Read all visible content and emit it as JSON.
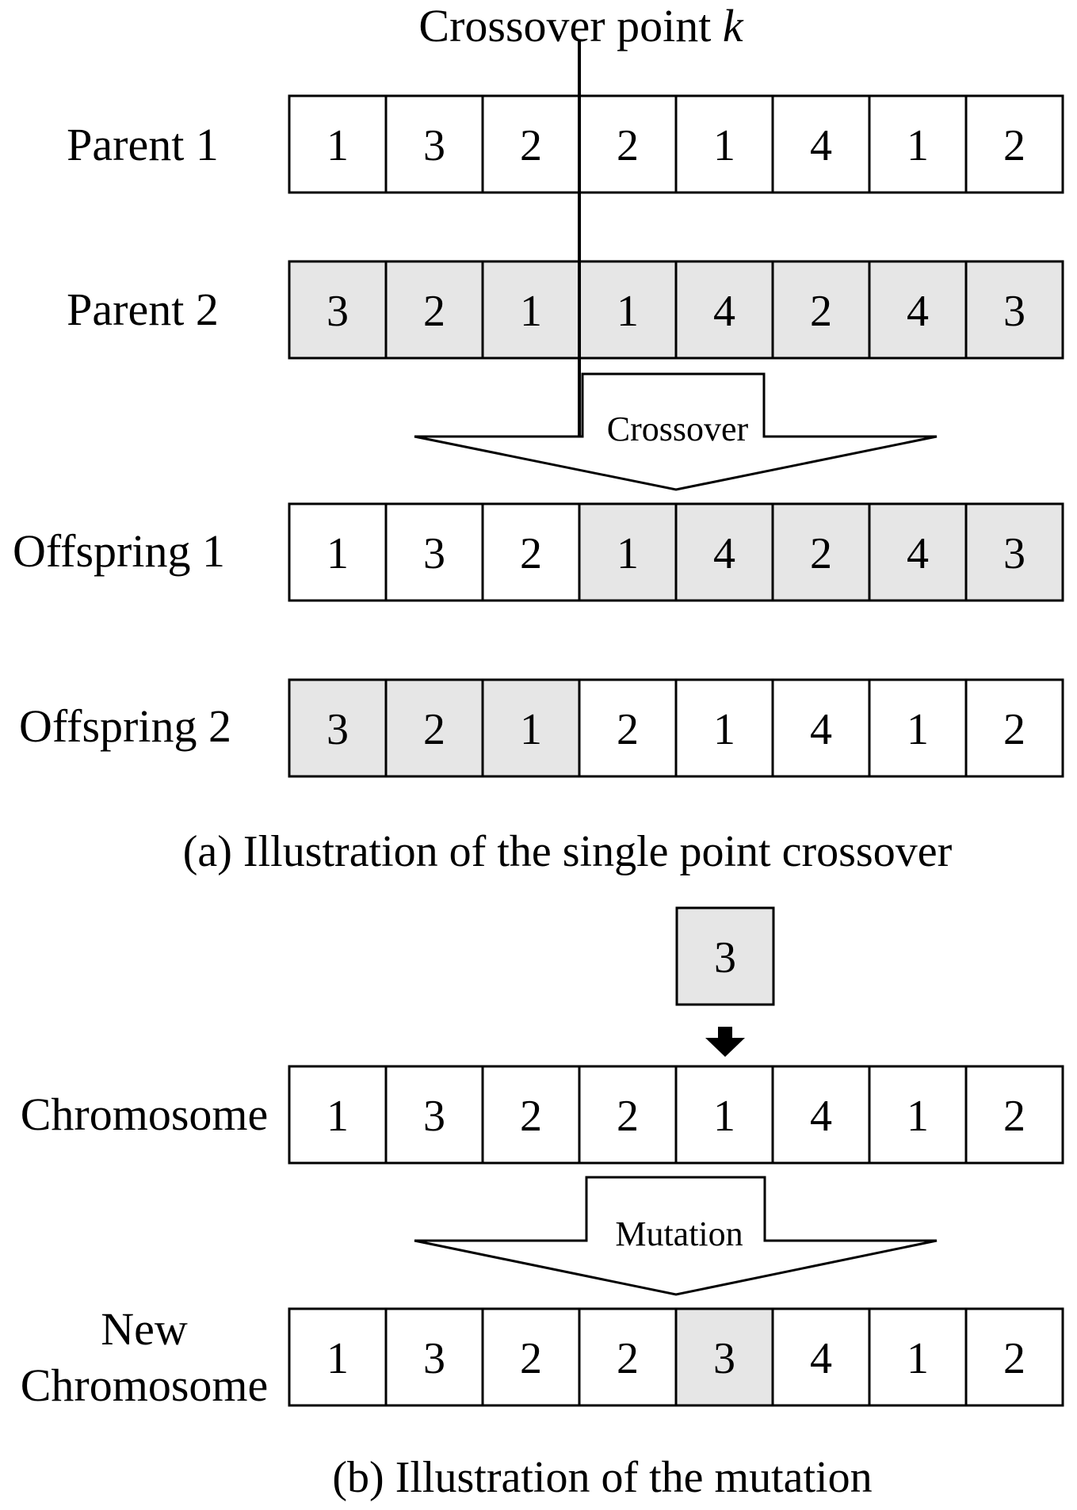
{
  "crossover": {
    "point_label_prefix": "Crossover point ",
    "point_label_var": "k",
    "arrow_label": "Crossover",
    "caption": "(a) Illustration of the single point crossover",
    "point_index": 3,
    "rows": [
      {
        "label": "Parent 1",
        "genes": [
          1,
          3,
          2,
          2,
          1,
          4,
          1,
          2
        ],
        "shaded": [
          false,
          false,
          false,
          false,
          false,
          false,
          false,
          false
        ]
      },
      {
        "label": "Parent 2",
        "genes": [
          3,
          2,
          1,
          1,
          4,
          2,
          4,
          3
        ],
        "shaded": [
          true,
          true,
          true,
          true,
          true,
          true,
          true,
          true
        ]
      },
      {
        "label": "Offspring 1",
        "genes": [
          1,
          3,
          2,
          1,
          4,
          2,
          4,
          3
        ],
        "shaded": [
          false,
          false,
          false,
          true,
          true,
          true,
          true,
          true
        ]
      },
      {
        "label": "Offspring 2",
        "genes": [
          3,
          2,
          1,
          2,
          1,
          4,
          1,
          2
        ],
        "shaded": [
          true,
          true,
          true,
          false,
          false,
          false,
          false,
          false
        ]
      }
    ]
  },
  "mutation": {
    "new_gene": 3,
    "mutated_index": 4,
    "arrow_label": "Mutation",
    "caption": "(b) Illustration of the mutation",
    "rows": [
      {
        "label": "Chromosome",
        "genes": [
          1,
          3,
          2,
          2,
          1,
          4,
          1,
          2
        ],
        "shaded": [
          false,
          false,
          false,
          false,
          false,
          false,
          false,
          false
        ]
      },
      {
        "label_line1": "New",
        "label_line2": "Chromosome",
        "genes": [
          1,
          3,
          2,
          2,
          3,
          4,
          1,
          2
        ],
        "shaded": [
          false,
          false,
          false,
          false,
          true,
          false,
          false,
          false
        ]
      }
    ]
  },
  "colors": {
    "shade": "#e6e6e6",
    "stroke": "#000000",
    "background": "#ffffff"
  }
}
